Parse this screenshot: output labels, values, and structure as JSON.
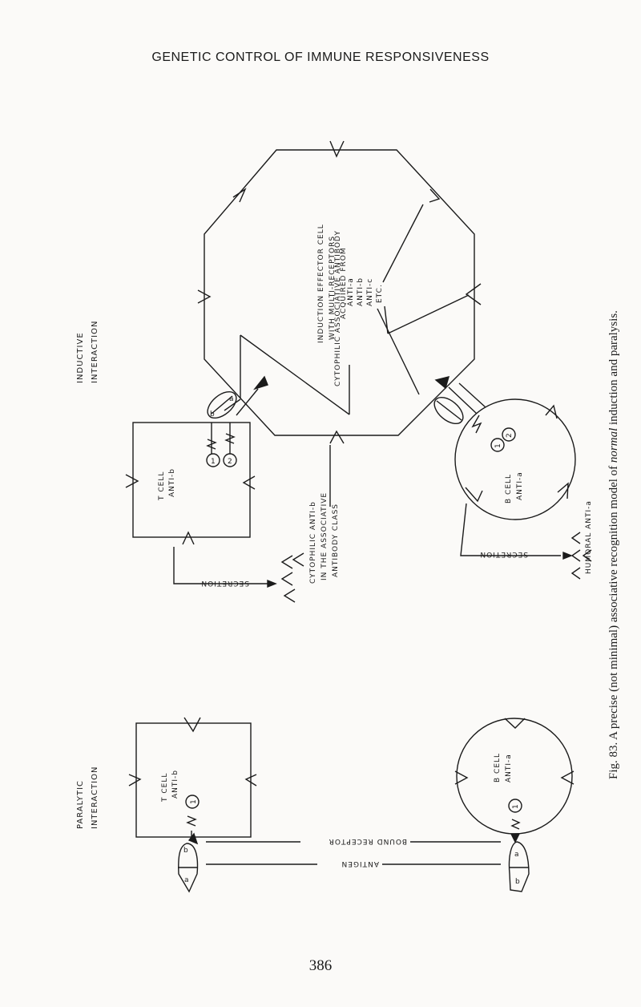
{
  "header": {
    "title": "GENETIC CONTROL OF IMMUNE RESPONSIVENESS"
  },
  "figure": {
    "inductive": {
      "label_line1": "INDUCTIVE",
      "label_line2": "INTERACTION",
      "effector_lines": [
        "INDUCTION EFFECTOR CELL",
        "WITH MULTI-RECEPTORS",
        "ACQUIRED FROM",
        "CYTOPHILIC ASSOCIATIVE ANTIBODY"
      ],
      "anti_list": [
        "ANTI-a",
        "ANTI-b",
        "ANTI-c",
        "ETC."
      ],
      "t_cell": [
        "T CELL",
        "ANTI-b"
      ],
      "b_cell": [
        "B CELL",
        "ANTI-a"
      ],
      "cytophilic_lines": [
        "CYTOPHILIC ANTI-b",
        "IN THE ASSOCIATIVE",
        "ANTIBODY CLASS"
      ],
      "secretion_t": "SECRETION",
      "secretion_b": "SECRETION",
      "humoral": "HUMORAL ANTI-a",
      "sig1": "1",
      "sig2": "2",
      "det_a": "a",
      "det_b": "b"
    },
    "paralytic": {
      "label_line1": "PARALYTIC",
      "label_line2": "INTERACTION",
      "t_cell": [
        "T CELL",
        "ANTI-b"
      ],
      "b_cell": [
        "B CELL",
        "ANTI-a"
      ],
      "bound_receptor": "BOUND RECEPTOR",
      "antigen": "ANTIGEN",
      "sig1": "1",
      "det_a": "a",
      "det_b": "b"
    }
  },
  "caption": {
    "prefix": "Fig. 83. A precise (not minimal) associative recognition model of ",
    "emphasis": "normal",
    "suffix": " induction and paralysis."
  },
  "page_number": "386"
}
